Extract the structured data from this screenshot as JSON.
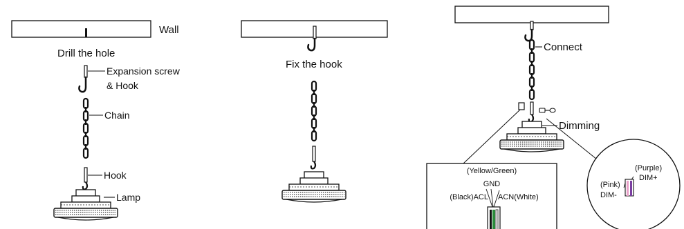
{
  "step1": {
    "wall": "Wall",
    "drill": "Drill the hole",
    "expansion_line1": "Expansion screw",
    "expansion_line2": "& Hook",
    "chain": "Chain",
    "hook": "Hook",
    "lamp": "Lamp"
  },
  "step2": {
    "fix": "Fix the hook"
  },
  "step3": {
    "connect": "Connect",
    "dimming": "Dimming",
    "wiring": {
      "ground_color": "(Yellow/Green)",
      "ground": "GND",
      "live": "(Black)ACL",
      "neutral": "ACN(White)"
    },
    "dim": {
      "purple": "(Purple)",
      "dim_plus": "DIM+",
      "pink": "(Pink)",
      "dim_minus": "DIM-"
    }
  },
  "colors": {
    "line": "#111111",
    "green_wire": "#2a8a3a",
    "pink_wire": "#e8a0c8",
    "purple_wire": "#7a3fa0"
  }
}
